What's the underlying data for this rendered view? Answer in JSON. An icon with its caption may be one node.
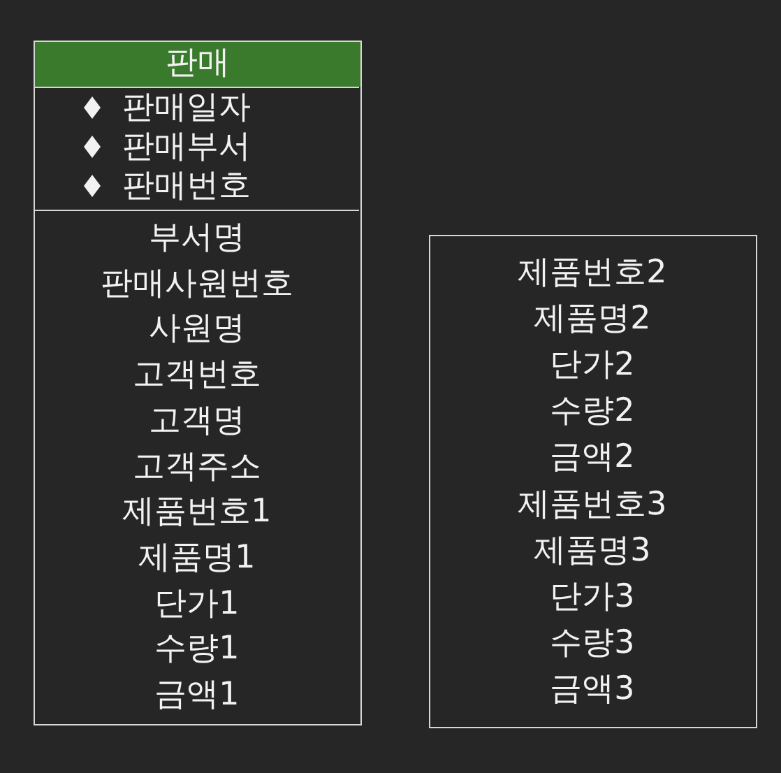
{
  "diagram": {
    "nodes": [
      {
        "text": [
          "판매"
        ]
      },
      {
        "text": [
          "판매일자",
          "판매부서",
          "판매번호"
        ],
        "in": 0
      },
      {
        "text": [
          "부서명",
          "판매사원번호",
          "사원명",
          "고객번호",
          "고객명",
          "고객주소",
          "제품번호1",
          "제품명1",
          "단가1",
          "수량1",
          "금액1"
        ],
        "in": 0
      },
      {
        "text": [
          "제품번호2",
          "제품명2",
          "단가2",
          "수량2",
          "금액2",
          "제품번호3",
          "제품명3",
          "단가3",
          "수량3",
          "금액3"
        ]
      }
    ]
  }
}
